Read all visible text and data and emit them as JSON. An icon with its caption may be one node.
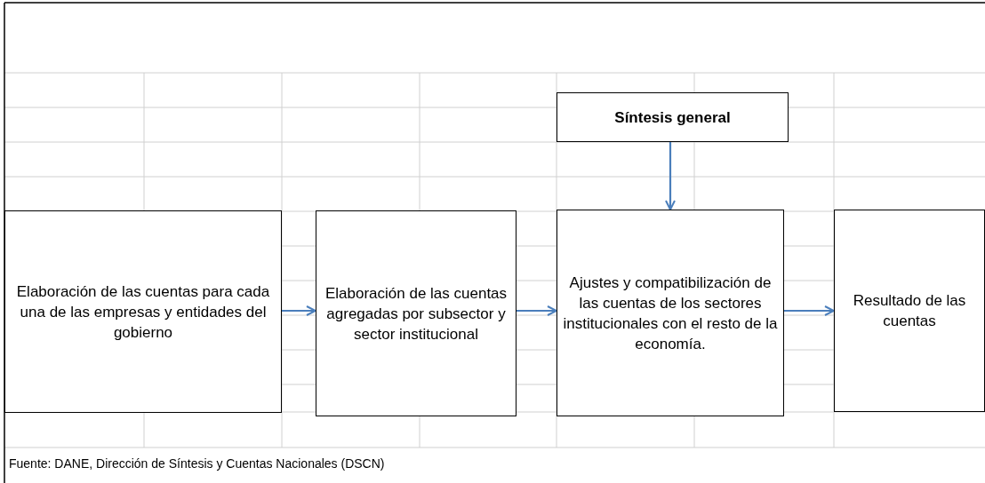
{
  "diagram": {
    "nodes": [
      {
        "text": [
          "Síntesis general"
        ]
      },
      {
        "text": [
          "Elaboración de las cuentas para cada una de las empresas y entidades del gobierno"
        ]
      },
      {
        "text": [
          "Elaboración de las cuentas agregadas por subsector y sector institucional"
        ]
      },
      {
        "text": [
          "Ajustes y compatibilización de las cuentas de los sectores institucionales con el resto de la economía."
        ]
      },
      {
        "text": [
          "Resultado de las cuentas"
        ]
      }
    ],
    "edges": [
      {
        "from": 0,
        "to": 3,
        "arrow": "to"
      },
      {
        "from": 1,
        "to": 2,
        "arrow": "to"
      },
      {
        "from": 2,
        "to": 3,
        "arrow": "to"
      },
      {
        "from": 3,
        "to": 4,
        "arrow": "to"
      }
    ],
    "labels": [
      "Fuente: DANE, Dirección de Síntesis y Cuentas Nacionales (DSCN)"
    ]
  }
}
